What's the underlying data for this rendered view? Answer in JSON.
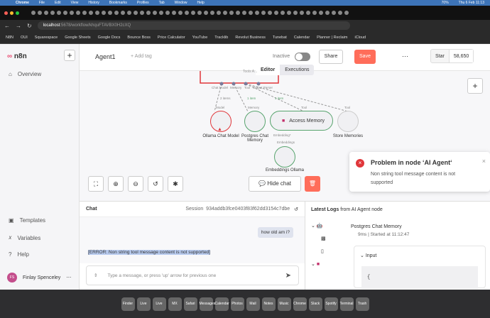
{
  "menubar": {
    "app": "Chrome",
    "items": [
      "File",
      "Edit",
      "View",
      "History",
      "Bookmarks",
      "Profiles",
      "Tab",
      "Window",
      "Help"
    ],
    "battery": "70%",
    "clock": "Thu 6 Feb 11:13"
  },
  "browser": {
    "url_host": "localhost",
    "url_path": ":5678/workflow/khquFTAVBX0H2cXQ",
    "bookmarks": [
      "N8N",
      "OUI",
      "Squarespace",
      "Google Sheets",
      "Google Docs",
      "Bounce Boss",
      "Price Calculator",
      "YouTube",
      "Tracklib",
      "Revolut Business",
      "Tunebat",
      "Calendar",
      "Planner | Reclaim",
      "iCloud"
    ]
  },
  "sidebar": {
    "logo": "n8n",
    "items": [
      {
        "label": "Overview",
        "icon": "home-icon"
      },
      {
        "label": "Templates",
        "icon": "box-icon"
      },
      {
        "label": "Variables",
        "icon": "variable-icon"
      },
      {
        "label": "Help",
        "icon": "help-icon"
      }
    ],
    "user": {
      "initials": "FS",
      "name": "Finlay Spenceley"
    }
  },
  "header": {
    "workflow_name": "Agent1",
    "add_tag": "+ Add tag",
    "status": "Inactive",
    "share": "Share",
    "save": "Save",
    "star": "Star",
    "star_count": "58,650"
  },
  "canvas": {
    "tabs": [
      "Editor",
      "Executions"
    ],
    "active_tab": "Editor",
    "agent_ports": [
      "Chat Model",
      "Memory",
      "Tool",
      "Output Parser"
    ],
    "agent_label": "Tools A...",
    "nodes": [
      {
        "name": "Ollama Chat Model",
        "status": "error",
        "port": "Model",
        "edge": "2 items"
      },
      {
        "name": "Postgres Chat Memory",
        "status": "success",
        "port": "Memory",
        "edge": "1 item"
      },
      {
        "name": "Access Memory",
        "status": "success",
        "port": "Tool",
        "edge": "1 item"
      },
      {
        "name": "Store Memories",
        "status": "idle",
        "port": "Tool"
      },
      {
        "name": "Embeddings Ollama",
        "status": "success",
        "port": "Embeddings",
        "edge": "1 item",
        "top_port": "Embedding*"
      }
    ],
    "hide_chat": "Hide chat"
  },
  "toast": {
    "title": "Problem in node ‘AI Agent‘",
    "message": "Non string tool message content is not supported"
  },
  "chat": {
    "title": "Chat",
    "session_label": "Session",
    "session_id": "934addb3fce0403f83f62dd3154c7dbe",
    "user_message": "how old am i?",
    "error_message": "[ERROR: Non string tool message content is not supported]",
    "placeholder": "Type a message, or press 'up' arrow for previous one"
  },
  "logs": {
    "title_bold": "Latest Logs",
    "title_rest": "from AI Agent node",
    "entry_name": "Postgres Chat Memory",
    "entry_time": "9ms",
    "entry_started": "Started at 11:12:47",
    "input_label": "Input",
    "code": "{"
  },
  "dock": [
    "Finder",
    "Live",
    "Live",
    "MX",
    "Safari",
    "Messages",
    "Calendar",
    "Photos",
    "Mail",
    "Notes",
    "Music",
    "Chrome",
    "Slack",
    "Spotify",
    "Terminal",
    "Trash"
  ]
}
